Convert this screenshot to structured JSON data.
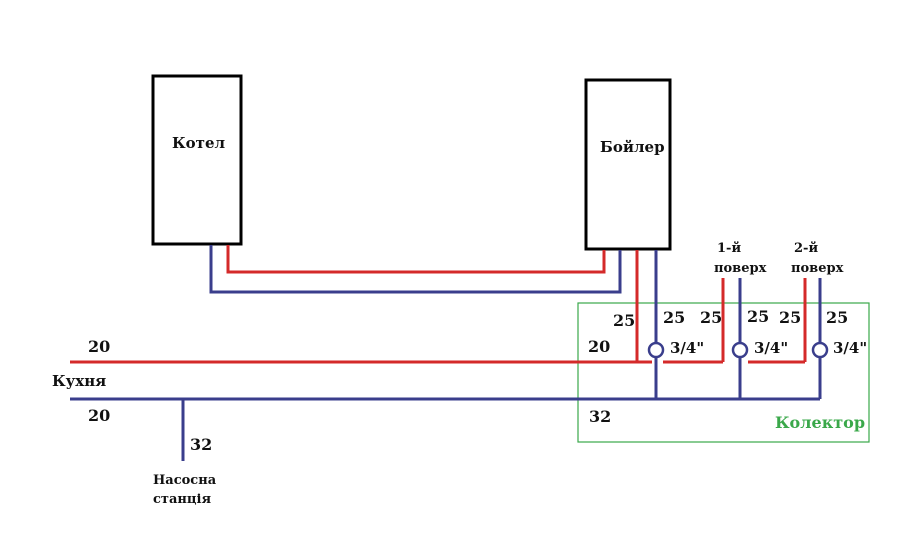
{
  "colors": {
    "hot": "#d42a2a",
    "cold": "#3a3e8c",
    "frame": "#000000",
    "collector": "#3aa84a"
  },
  "labels": {
    "boiler": "Котел",
    "water_heater": "Бойлер",
    "floor1": [
      "1-й",
      "поверх"
    ],
    "floor2": [
      "2-й",
      "поверх"
    ],
    "kitchen": "Кухня",
    "pump_station": [
      "Насосна",
      "станція"
    ],
    "collector": "Колектор"
  },
  "pipe_sizes": {
    "kitchen_hot": "20",
    "kitchen_cold": "20",
    "pump_branch": "32",
    "collector_hot_in": "20",
    "collector_cold_in": "32",
    "riser_boiler_hot": "25",
    "riser_boiler_cold": "25",
    "riser_floor1_hot": "25",
    "riser_floor1_cold": "25",
    "riser_floor2_hot": "25",
    "riser_floor2_cold": "25"
  },
  "valves": [
    "3/4\"",
    "3/4\"",
    "3/4\""
  ]
}
